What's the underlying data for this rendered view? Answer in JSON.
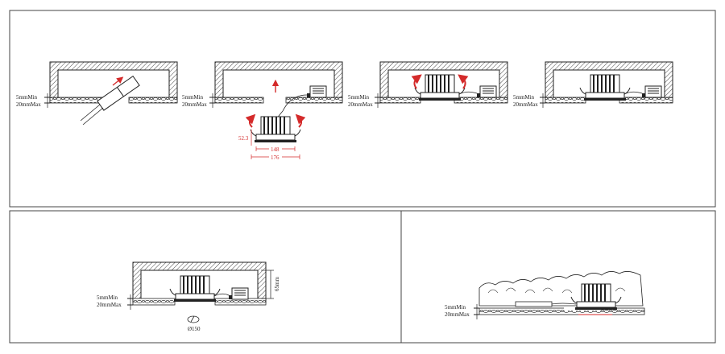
{
  "colors": {
    "line": "#222222",
    "accent": "#d42a2a",
    "panel_border": "#444444"
  },
  "labels": {
    "min": "5mmMin",
    "max": "20mmMax"
  },
  "dimensions": {
    "height_flange": "52.3",
    "width_inner": "148",
    "width_outer": "176",
    "depth": "65mm",
    "cutout": "Ø150"
  },
  "icons": [
    "hatched-ceiling",
    "downlight",
    "driver-box",
    "cutout-symbol",
    "insulation"
  ]
}
